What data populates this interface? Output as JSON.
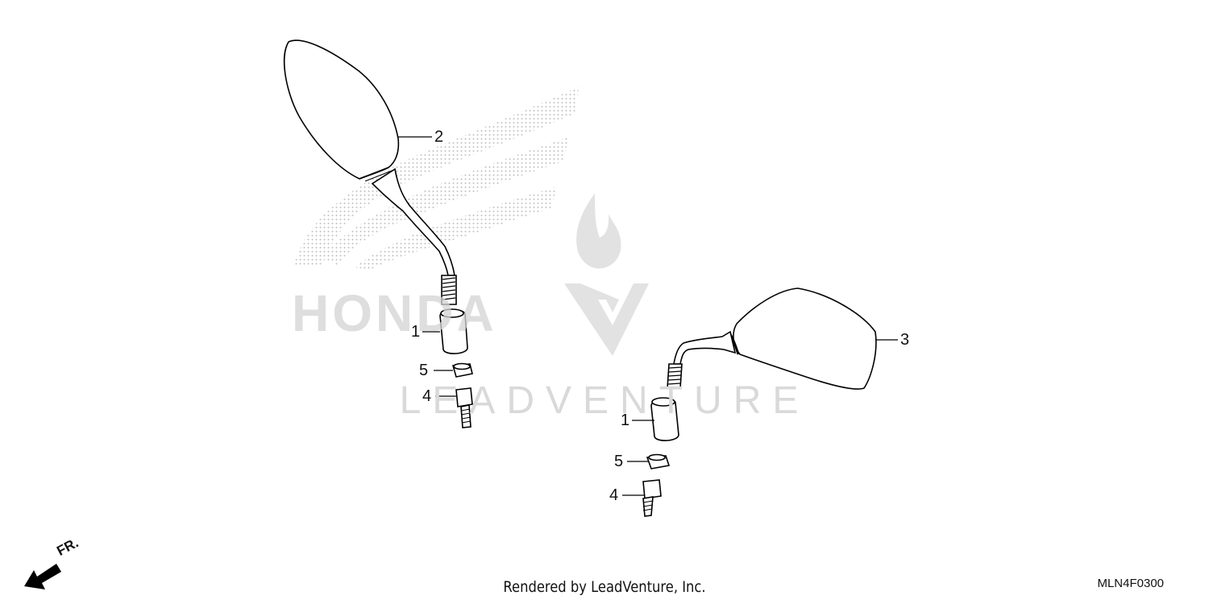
{
  "diagram": {
    "callouts": [
      {
        "id": "left-1",
        "label": "1"
      },
      {
        "id": "left-2",
        "label": "2"
      },
      {
        "id": "left-4",
        "label": "4"
      },
      {
        "id": "left-5",
        "label": "5"
      },
      {
        "id": "right-1",
        "label": "1"
      },
      {
        "id": "right-3",
        "label": "3"
      },
      {
        "id": "right-4",
        "label": "4"
      },
      {
        "id": "right-5",
        "label": "5"
      }
    ],
    "direction_label": "FR.",
    "diagram_code": "MLN4F0300"
  },
  "watermark": {
    "brand": "HONDA",
    "company": "LEADVENTURE"
  },
  "footer": {
    "credit": "Rendered by LeadVenture, Inc."
  }
}
